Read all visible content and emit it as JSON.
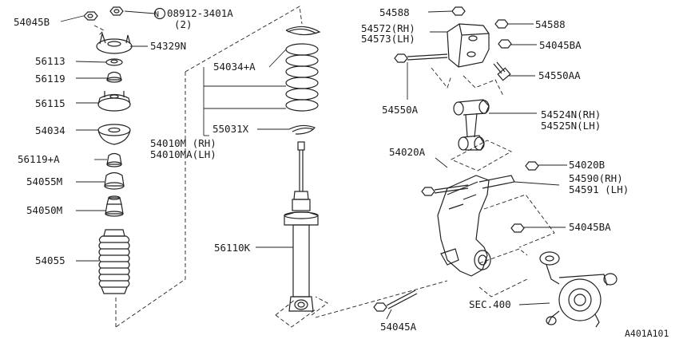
{
  "labels": {
    "p54045B": "54045B",
    "p08912": "08912-3401A",
    "p08912_prefix": "N",
    "p08912_qty": "(2)",
    "p54329N": "54329N",
    "p56113": "56113",
    "p56119": "56119",
    "p56115": "56115",
    "p54034": "54034",
    "p56119A": "56119+A",
    "p54055M": "54055M",
    "p54050M": "54050M",
    "p54055": "54055",
    "p54034A": "54034+A",
    "p54010M": "54010M (RH)",
    "p54010MA": "54010MA(LH)",
    "p55031X": "55031X",
    "p56110K": "56110K",
    "p54588a": "54588",
    "p54588b": "54588",
    "p54572": "54572(RH)",
    "p54573": "54573(LH)",
    "p54045BA_top": "54045BA",
    "p54550AA": "54550AA",
    "p54550A": "54550A",
    "p54524N": "54524N(RH)",
    "p54525N": "54525N(LH)",
    "p54020A": "54020A",
    "p54020B": "54020B",
    "p54590": "54590(RH)",
    "p54591": "54591 (LH)",
    "p54045BA_mid": "54045BA",
    "pSEC400": "SEC.400",
    "p54045A": "54045A",
    "diagram_id": "A401A101"
  }
}
